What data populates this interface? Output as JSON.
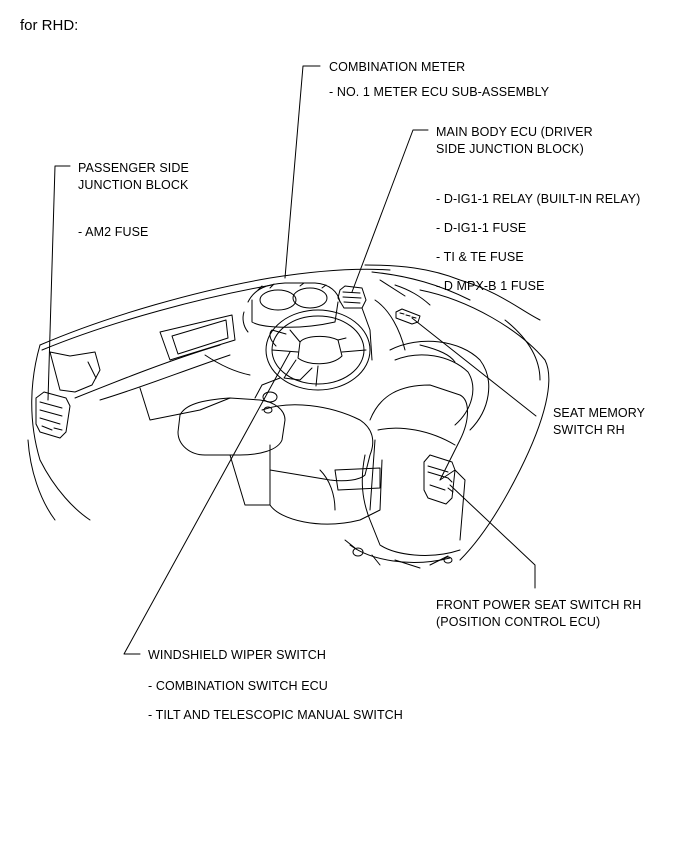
{
  "heading": "for RHD:",
  "callouts": {
    "combination_meter": {
      "title": "COMBINATION METER",
      "items": [
        "- NO. 1 METER ECU SUB-ASSEMBLY"
      ]
    },
    "main_body_ecu": {
      "title_line1": "MAIN BODY ECU (DRIVER",
      "title_line2": "SIDE JUNCTION BLOCK)",
      "items": [
        "- D-IG1-1 RELAY (BUILT-IN RELAY)",
        "- D-IG1-1 FUSE",
        "- TI & TE FUSE",
        "- D MPX-B 1 FUSE"
      ]
    },
    "passenger_side_jb": {
      "title_line1": "PASSENGER SIDE",
      "title_line2": "JUNCTION BLOCK",
      "items": [
        "- AM2 FUSE"
      ]
    },
    "seat_memory_switch": {
      "title_line1": "SEAT MEMORY",
      "title_line2": "SWITCH RH"
    },
    "front_power_seat_switch": {
      "title_line1": "FRONT POWER SEAT SWITCH RH",
      "title_line2": "(POSITION CONTROL ECU)"
    },
    "windshield_wiper_switch": {
      "title": "WINDSHIELD WIPER SWITCH",
      "items": [
        "- COMBINATION SWITCH ECU",
        "- TILT AND TELESCOPIC MANUAL SWITCH"
      ]
    }
  }
}
